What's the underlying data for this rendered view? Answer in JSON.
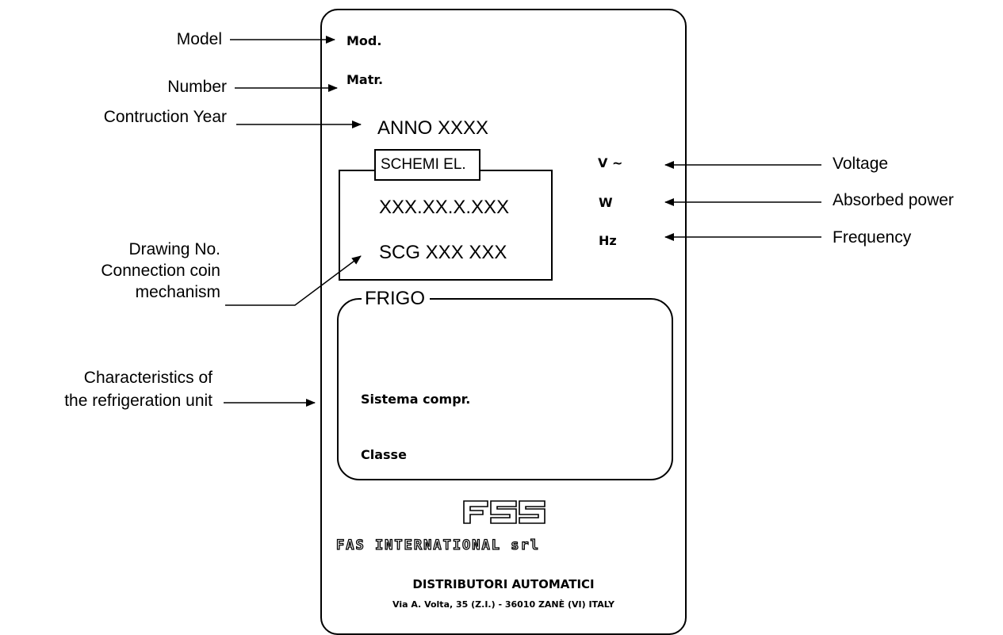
{
  "callouts": {
    "model": "Model",
    "number": "Number",
    "year": "Contruction Year",
    "drawing_line1": "Drawing No.",
    "drawing_line2": "Connection coin",
    "drawing_line3": "mechanism",
    "char_line1": "Characteristics of",
    "char_line2": "the refrigeration unit",
    "voltage": "Voltage",
    "power": "Absorbed power",
    "frequency": "Frequency"
  },
  "plate": {
    "mod": "Mod.",
    "matr": "Matr.",
    "anno": "ANNO XXXX",
    "schemi_label": "SCHEMI EL.",
    "schemi_code1": "XXX.XX.X.XXX",
    "schemi_code2": "SCG XXX XXX",
    "volt": "V ~",
    "watt": "W",
    "hz": "Hz",
    "frigo_title": "FRIGO",
    "sistema": "Sistema  compr.",
    "classe": "Classe",
    "company_name": "FAS  INTERNATIONAL  srl",
    "company_line1": "DISTRIBUTORI AUTOMATICI",
    "company_line2": "Via A. Volta, 35 (Z.I.) - 36010 ZANÈ (VI) ITALY"
  }
}
